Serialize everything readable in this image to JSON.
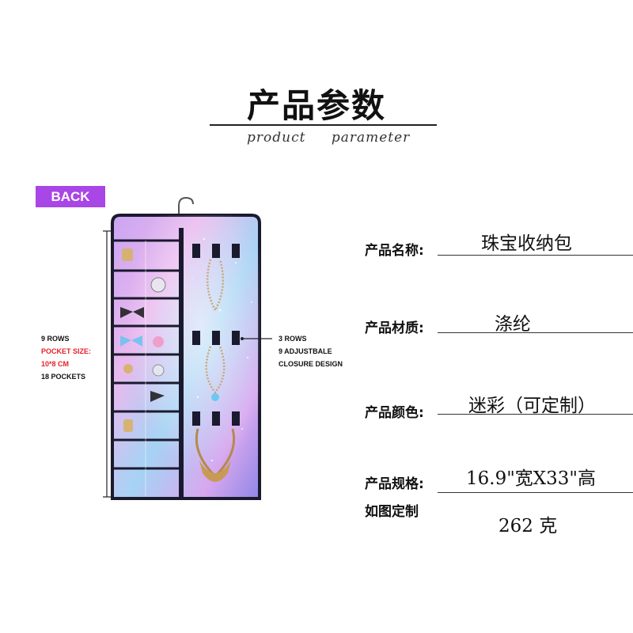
{
  "header": {
    "title": "产品参数",
    "subtitle": "product parameter"
  },
  "badge": {
    "label": "BACK",
    "color": "#a946e6"
  },
  "left_note": {
    "line1": "9 ROWS",
    "line2": "POCKET SIZE:",
    "line3": "10*8 CM",
    "line4": "18 POCKETS"
  },
  "right_note": {
    "line1": "3 ROWS",
    "line2": "9 ADJUSTBALE",
    "line3": "CLOSURE DESIGN"
  },
  "specs": [
    {
      "label": "产品名称:",
      "value": "珠宝收纳包"
    },
    {
      "label": "产品材质:",
      "value": "涤纶"
    },
    {
      "label": "产品颜色:",
      "value": "迷彩（可定制）"
    },
    {
      "label": "产品规格:",
      "value": "16.9\"宽X33\"高"
    }
  ],
  "extra": {
    "label": "如图定制",
    "value": "262 克"
  },
  "colors": {
    "accent_red": "#e8202a",
    "border": "#1a1a2e"
  }
}
